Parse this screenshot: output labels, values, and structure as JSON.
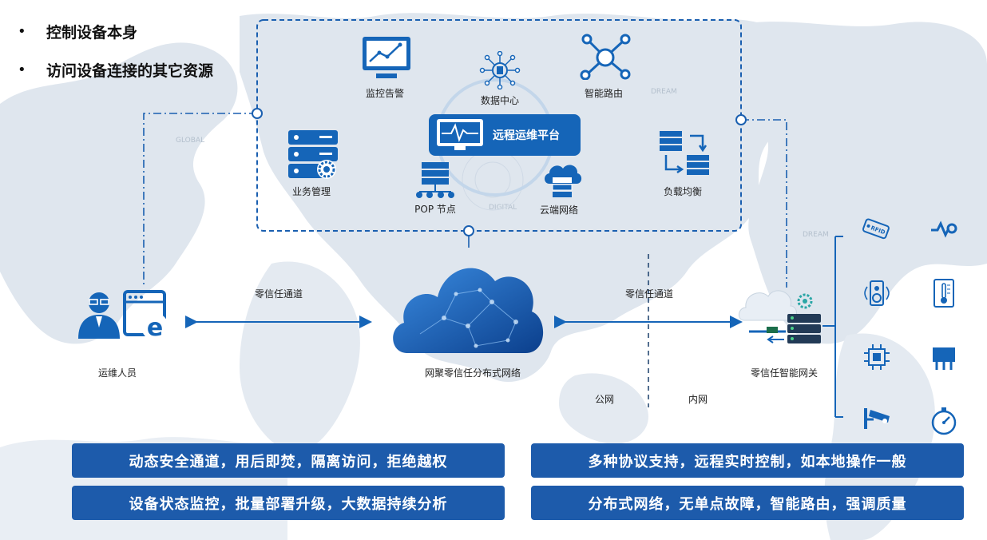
{
  "bullets": [
    "控制设备本身",
    "访问设备连接的其它资源"
  ],
  "platform": {
    "title": "远程运维平台",
    "modules": {
      "monitor": "监控告警",
      "datacenter": "数据中心",
      "routing": "智能路由",
      "business": "业务管理",
      "pop": "POP 节点",
      "cloudnet": "云端网络",
      "loadbalance": "负载均衡"
    }
  },
  "nodes": {
    "operator": "运维人员",
    "cloud": "网聚零信任分布式网络",
    "gateway": "零信任智能网关"
  },
  "channels": {
    "left": "零信任通道",
    "right": "零信任通道"
  },
  "zones": {
    "public": "公网",
    "internal": "内网"
  },
  "devices": [
    "RFID",
    "signal-sensor",
    "speaker",
    "thermometer",
    "chip",
    "module",
    "camera",
    "gauge"
  ],
  "map_watermarks": [
    "GLOBAL",
    "DIGITAL",
    "DREAM",
    "DREAM"
  ],
  "features": [
    "动态安全通道，用后即焚，隔离访问，拒绝越权",
    "多种协议支持，远程实时控制，如本地操作一般",
    "设备状态监控，批量部署升级，大数据持续分析",
    "分布式网络，无单点故障，智能路由，强调质量"
  ],
  "colors": {
    "primary": "#1565b8",
    "accent": "#1d5bab",
    "map": "#dfe6ee"
  }
}
